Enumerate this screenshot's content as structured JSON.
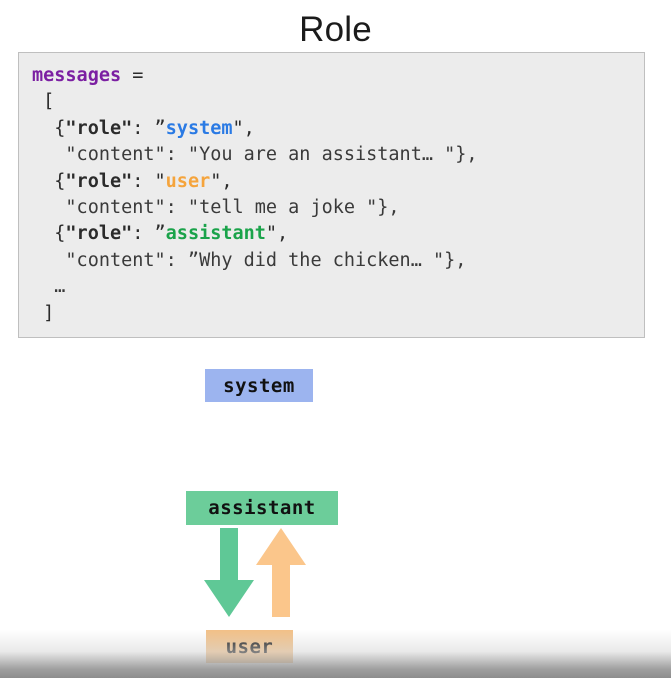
{
  "slide": {
    "title": "Role"
  },
  "code": {
    "lines": [
      {
        "id": "line-messages",
        "segments": [
          {
            "t": "messages",
            "c": "var"
          },
          {
            "t": " ",
            "c": "plain"
          },
          {
            "t": "=",
            "c": "op"
          }
        ]
      },
      {
        "id": "line-open-bracket",
        "segments": [
          {
            "t": " [",
            "c": "punct"
          }
        ]
      },
      {
        "id": "line-role-system",
        "segments": [
          {
            "t": "  {",
            "c": "punct"
          },
          {
            "t": "\"role\"",
            "c": "key"
          },
          {
            "t": ": ",
            "c": "punct"
          },
          {
            "t": "”",
            "c": "punct"
          },
          {
            "t": "system",
            "c": "sys"
          },
          {
            "t": "\",",
            "c": "punct"
          }
        ]
      },
      {
        "id": "line-content-system",
        "segments": [
          {
            "t": "   \"content\": \"You are an assistant… \"},",
            "c": "plain"
          }
        ]
      },
      {
        "id": "line-role-user",
        "segments": [
          {
            "t": "  {",
            "c": "punct"
          },
          {
            "t": "\"role\"",
            "c": "key"
          },
          {
            "t": ": ",
            "c": "punct"
          },
          {
            "t": "\"",
            "c": "punct"
          },
          {
            "t": "user",
            "c": "user"
          },
          {
            "t": "\",",
            "c": "punct"
          }
        ]
      },
      {
        "id": "line-content-user",
        "segments": [
          {
            "t": "   \"content\": \"tell me a joke \"},",
            "c": "plain"
          }
        ]
      },
      {
        "id": "line-role-assistant",
        "segments": [
          {
            "t": "  {",
            "c": "punct"
          },
          {
            "t": "\"role\"",
            "c": "key"
          },
          {
            "t": ": ",
            "c": "punct"
          },
          {
            "t": "”",
            "c": "punct"
          },
          {
            "t": "assistant",
            "c": "asst"
          },
          {
            "t": "\",",
            "c": "punct"
          }
        ]
      },
      {
        "id": "line-content-asst",
        "segments": [
          {
            "t": "   \"content\": ”Why did the chicken… \"},",
            "c": "plain"
          }
        ]
      },
      {
        "id": "line-ellipsis",
        "segments": [
          {
            "t": "  …",
            "c": "plain"
          }
        ]
      },
      {
        "id": "line-close-bracket",
        "segments": [
          {
            "t": " ]",
            "c": "punct"
          }
        ]
      }
    ]
  },
  "diagram": {
    "boxes": [
      {
        "id": "system",
        "label": "system",
        "color": "#9cb4ef"
      },
      {
        "id": "assistant",
        "label": "assistant",
        "color": "#6ccd9a"
      },
      {
        "id": "user",
        "label": "user",
        "color": "#f2c087"
      }
    ],
    "arrows": [
      {
        "id": "assistant-to-user",
        "direction": "down",
        "color": "#5fc896",
        "icon": "arrow-down-icon"
      },
      {
        "id": "user-to-assistant",
        "direction": "up",
        "color": "#fbc68b",
        "icon": "arrow-up-icon"
      }
    ]
  },
  "colors": {
    "code_background": "#ececec",
    "code_border": "#bfbfbf",
    "token_variable": "#7b1fa2",
    "token_system": "#2a7ae4",
    "token_user": "#f5a43c",
    "token_assistant": "#1aa34a",
    "page_background": "#ffffff"
  }
}
